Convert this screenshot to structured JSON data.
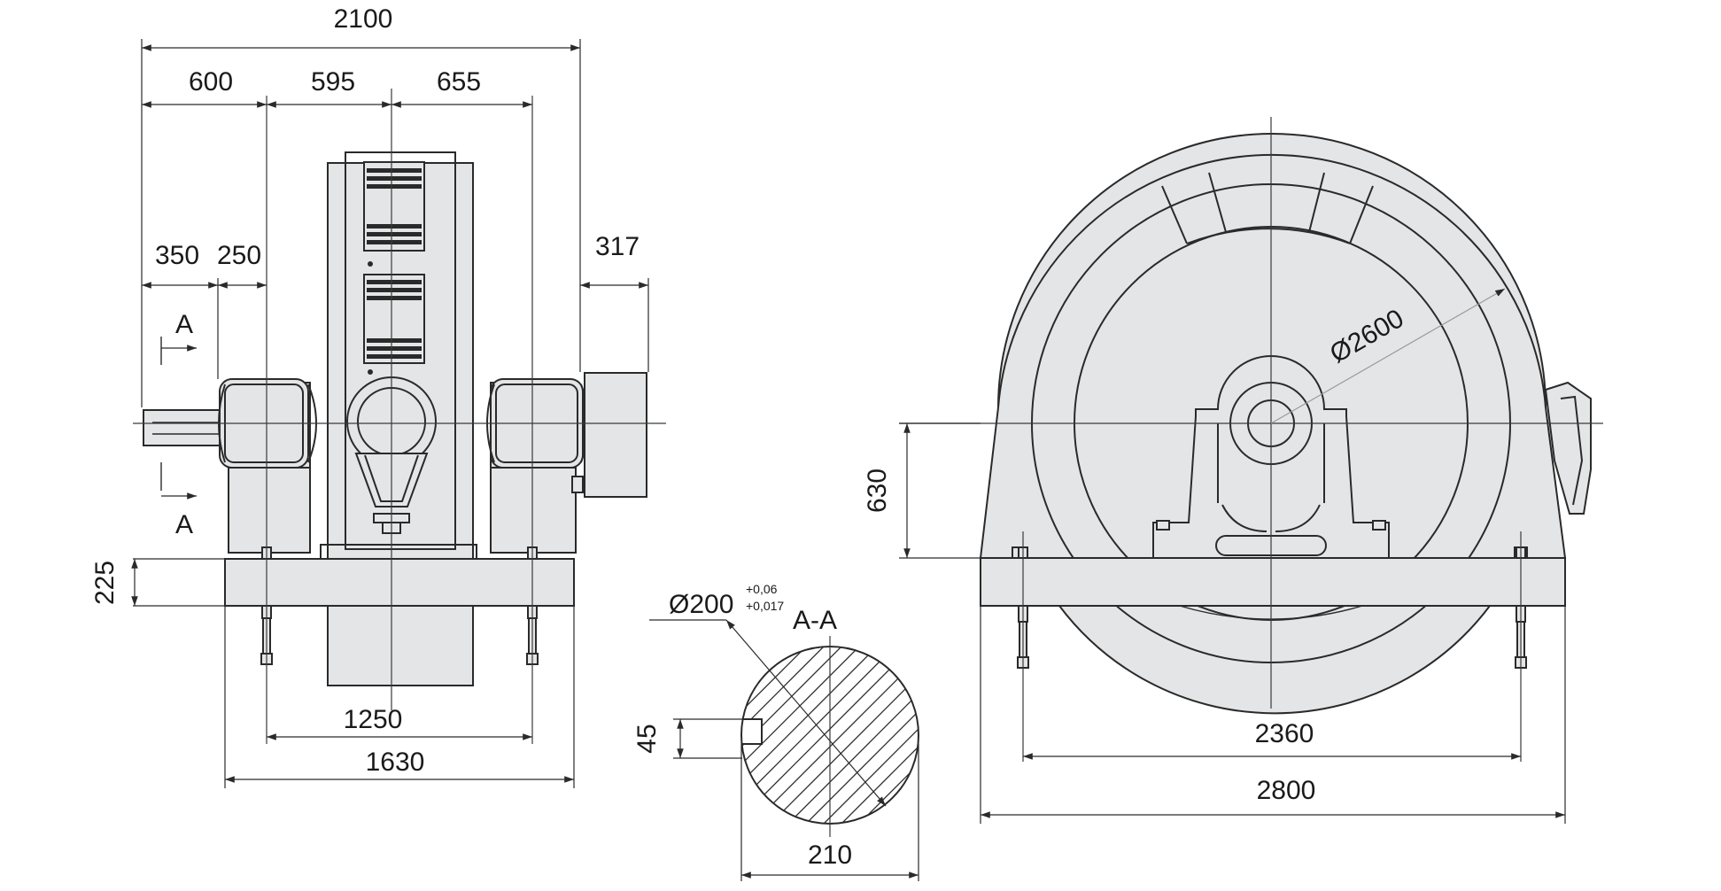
{
  "dimensions": {
    "overall_width": "2100",
    "left_600": "600",
    "mid_595": "595",
    "right_655": "655",
    "shaft_350": "350",
    "shaft_250": "250",
    "coupling_317": "317",
    "base_225": "225",
    "bolt_span_1250": "1250",
    "base_width_1630": "1630",
    "wheel_diameter": "Ø2600",
    "shaft_diameter": "Ø200",
    "tol_upper": "+0,06",
    "tol_lower": "+0,017",
    "key_45": "45",
    "section_210": "210",
    "axis_height_630": "630",
    "bolt_span_2360": "2360",
    "frame_width_2800": "2800"
  },
  "labels": {
    "section_mark": "A",
    "section_title": "A-A"
  }
}
